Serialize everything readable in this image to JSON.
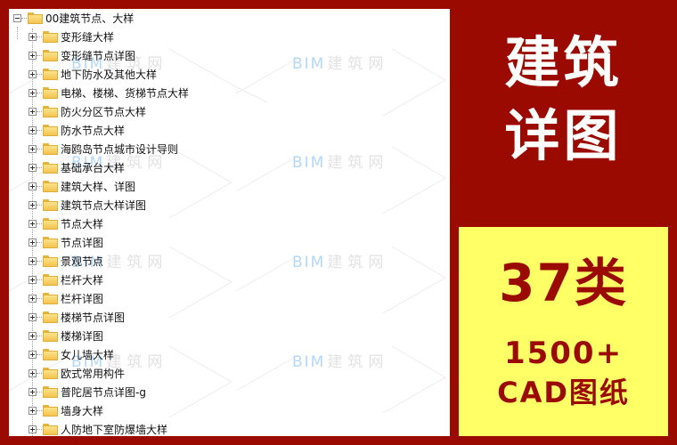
{
  "tree": {
    "root": {
      "label": "00建筑节点、大样",
      "expanded": true
    },
    "children": [
      "变形缝大样",
      "变形缝节点详图",
      "地下防水及其他大样",
      "电梯、楼梯、货梯节点大样",
      "防火分区节点大样",
      "防水节点大样",
      "海鸥岛节点城市设计导则",
      "基础承台大样",
      "建筑大样、详图",
      "建筑节点大样详图",
      "节点大样",
      "节点详图",
      "景观节点",
      "栏杆大样",
      "栏杆详图",
      "楼梯节点详图",
      "楼梯详图",
      "女儿墙大样",
      "欧式常用构件",
      "普陀居节点详图-g",
      "墙身大样",
      "人防地下室防爆墙大样"
    ]
  },
  "watermark": {
    "latin": "BIM",
    "cn": "建筑网"
  },
  "banner": {
    "title_line1": "建筑",
    "title_line2": "详图",
    "count": "37类",
    "sub_line1": "1500+",
    "sub_line2": "CAD图纸"
  },
  "colors": {
    "background": "#9b0a00",
    "panel": "#ffffff",
    "highlight_box": "#ffff66",
    "title_text": "#ffffff",
    "highlight_text": "#9b0a00"
  }
}
